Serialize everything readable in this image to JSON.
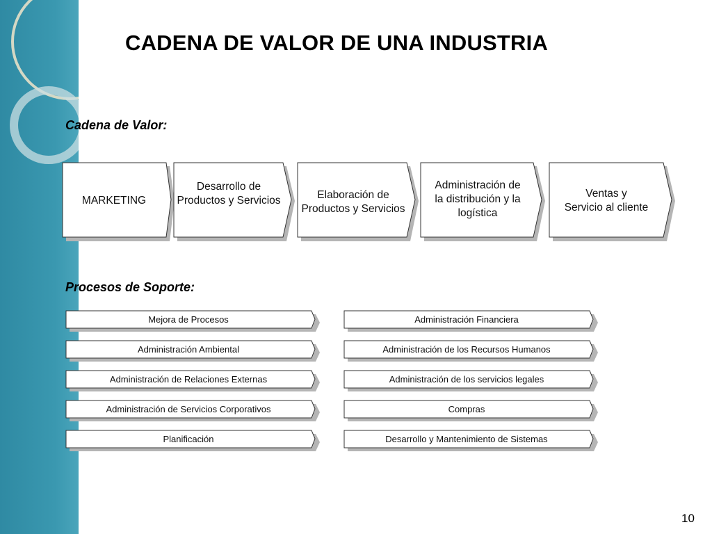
{
  "title": "CADENA DE VALOR DE UNA INDUSTRIA",
  "value_chain": {
    "label": "Cadena de Valor:",
    "steps": [
      {
        "lines": [
          "MARKETING"
        ]
      },
      {
        "lines": [
          "Desarrollo de",
          "Productos y Servicios"
        ]
      },
      {
        "lines": [
          "Elaboración de",
          "Productos y Servicios"
        ]
      },
      {
        "lines": [
          "Administración de",
          "la distribución y la",
          "logística"
        ]
      },
      {
        "lines": [
          "Ventas y",
          "Servicio al cliente"
        ]
      }
    ]
  },
  "support": {
    "label": "Procesos de Soporte:",
    "left": [
      "Mejora de Procesos",
      "Administración Ambiental",
      "Administración de Relaciones Externas",
      "Administración de Servicios Corporativos",
      "Planificación"
    ],
    "right": [
      "Administración Financiera",
      "Administración de los Recursos Humanos",
      "Administración de los servicios legales",
      "Compras",
      "Desarrollo y Mantenimiento de Sistemas"
    ]
  },
  "page_number": "10",
  "colors": {
    "sidebar": "#3a98b0",
    "shape_fill": "#ffffff",
    "shape_stroke": "#333333",
    "shadow": "#b5b5b5"
  }
}
